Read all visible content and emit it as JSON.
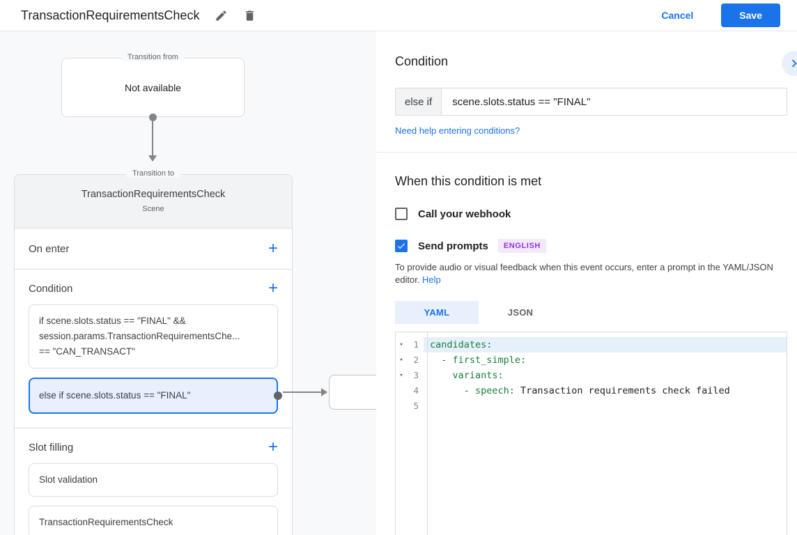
{
  "header": {
    "title": "TransactionRequirementsCheck",
    "cancel_label": "Cancel",
    "save_label": "Save"
  },
  "canvas": {
    "transition_from": {
      "legend": "Transition from",
      "content": "Not available"
    },
    "transition_to": {
      "legend": "Transition to",
      "title": "TransactionRequirementsCheck",
      "subtitle": "Scene",
      "on_enter": {
        "label": "On enter",
        "add_label": "+"
      },
      "condition": {
        "label": "Condition",
        "add_label": "+",
        "if_card": {
          "line1": "if scene.slots.status == \"FINAL\" &&",
          "line2": "session.params.TransactionRequirementsChe...",
          "line3": "== \"CAN_TRANSACT\""
        },
        "else_card": {
          "text": "else if scene.slots.status == \"FINAL\""
        }
      },
      "slot_filling": {
        "label": "Slot filling",
        "add_label": "+",
        "cards": [
          {
            "label": "Slot validation"
          },
          {
            "label": "TransactionRequirementsCheck"
          }
        ]
      }
    }
  },
  "panel": {
    "title": "Condition",
    "condition_input": {
      "prefix": "else if",
      "value": "scene.slots.status == \"FINAL\""
    },
    "help_link": "Need help entering conditions?",
    "when_met": {
      "title": "When this condition is met",
      "webhook_label": "Call your webhook",
      "prompts_label": "Send prompts",
      "language_badge": "ENGLISH",
      "description": "To provide audio or visual feedback when this event occurs, enter a prompt in the YAML/JSON editor.",
      "help_label": "Help"
    },
    "tabs": {
      "yaml": "YAML",
      "json": "JSON"
    },
    "editor": {
      "lines": [
        {
          "num": "1",
          "key": "candidates:",
          "value": ""
        },
        {
          "num": "2",
          "key": "  - first_simple:",
          "value": ""
        },
        {
          "num": "3",
          "key": "    variants:",
          "value": ""
        },
        {
          "num": "4",
          "key": "      - speech:",
          "value": " Transaction requirements check failed"
        },
        {
          "num": "5",
          "key": "",
          "value": ""
        }
      ]
    }
  },
  "colors": {
    "accent": "#1a73e8",
    "selected_card_bg": "#e8f0fe",
    "code_key": "#188038",
    "badge_bg": "#f3e8fd",
    "badge_text": "#9334e6"
  }
}
